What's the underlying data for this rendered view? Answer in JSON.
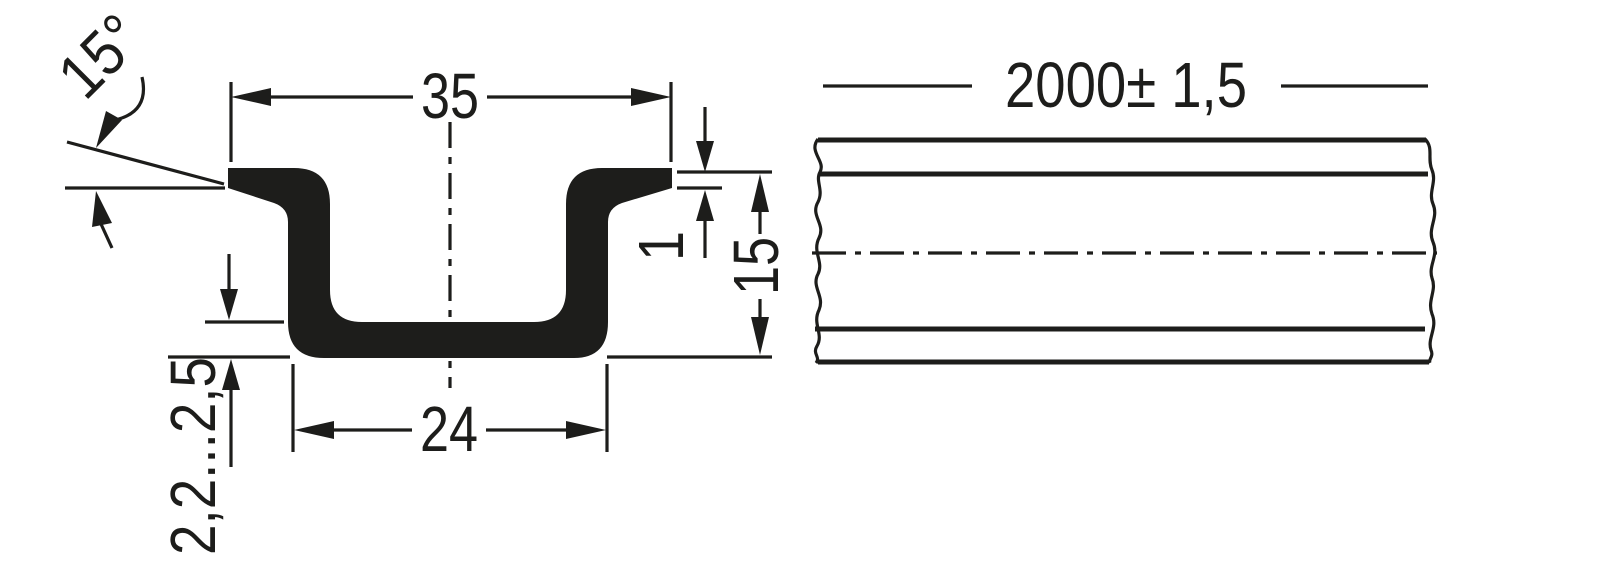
{
  "drawing": {
    "background": "#ffffff",
    "ink_color": "#1d1d1b",
    "description_labels": {
      "cross_section": {
        "lip_angle": "15°",
        "overall_width": "35",
        "channel_width": "24",
        "height": "15",
        "flange_thickness": "1",
        "base_thickness": "2,2...2,5"
      },
      "side_view": {
        "length_with_tolerance": "2000± 1,5"
      }
    }
  }
}
